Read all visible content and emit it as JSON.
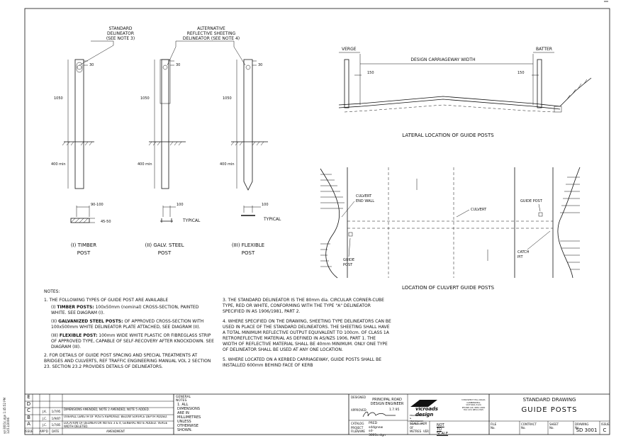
{
  "callouts": {
    "standard": [
      "STANDARD",
      "DELINEATOR",
      "(SEE NOTE 3)"
    ],
    "alternative": [
      "ALTERNATIVE",
      "REFLECTIVE SHEETING",
      "DELINEATOR (SEE NOTE 4)"
    ]
  },
  "dims": {
    "d30": "30",
    "d1050": "1050",
    "d400": "400 min",
    "d90": "90-100",
    "d45": "45-50",
    "d100": "100",
    "typical": "TYPICAL",
    "d150": "150"
  },
  "posts": [
    {
      "label": "(I) TIMBER",
      "sub": "POST"
    },
    {
      "label": "(II) GALV. STEEL",
      "sub": "POST"
    },
    {
      "label": "(III) FLEXIBLE",
      "sub": "POST"
    }
  ],
  "lateral": {
    "verge": "VERGE",
    "batter": "BATTER",
    "width": "DESIGN CARRIAGEWAY WIDTH",
    "title": "LATERAL LOCATION OF GUIDE POSTS"
  },
  "culvert": {
    "endwall": [
      "CULVERT",
      "END WALL"
    ],
    "culvert": "CULVERT",
    "guidepost": "GUIDE POST",
    "guidepost2": [
      "GUIDE",
      "POST"
    ],
    "catchpit": [
      "CATCH",
      "PIT"
    ],
    "title": "LOCATION OF CULVERT GUIDE POSTS"
  },
  "notes": {
    "heading": "NOTES:",
    "n1": "1. THE FOLLOWING TYPES OF GUIDE POST ARE AVAILABLE",
    "n1i_a": "(I) ",
    "n1i_b": "TIMBER POSTS:",
    "n1i_c": "100x50mm (nominal) CROSS-SECTION, PAINTED WHITE. SEE DIAGRAM (I).",
    "n1ii_a": "(II) ",
    "n1ii_b": "GALVANIZED STEEL POSTS:",
    "n1ii_c": "OF APPROVED CROSS-SECTION WITH 100x500mm WHITE DELINEATOR PLATE ATTACHED, SEE DIAGRAM (II).",
    "n1iii_a": "(III) ",
    "n1iii_b": "FLEXIBLE POST:",
    "n1iii_c": "100mm WIDE WHITE PLASTIC OR FIBREGLASS STRIP OF APPROVED TYPE, CAPABLE OF SELF-RECOVERY AFTER KNOCKDOWN. SEE DIAGRAM (III).",
    "n2": "2. FOR DETAILS OF GUIDE POST SPACING AND SPECIAL TREATMENTS AT BRIDGES AND CULVERTS, REF TRAFFIC ENGINEERING MANUAL VOL 2 SECTION 23. SECTION 23.2 PROVIDES DETAILS OF DELINEATORS.",
    "n3": "3. THE STANDARD DELINEATOR IS THE 80mm dia. CIRCULAR CORNER-CUBE TYPE, RED OR WHITE, CONFORMING WITH THE TYPE \"A\" DELINEATOR SPECIFIED IN AS 1906/1981, PART 2.",
    "n4": "4. WHERE SPECIFIED ON THE DRAWING, SHEETING TYPE DELINEATORS CAN BE USED IN PLACE OF THE STANDARD DELINEATORS. THE SHEETING SHALL HAVE A TOTAL MINIMUM REFLECTIVE OUTPUT EQUIVALENT TO 100cm. OF CLASS 1A RETROREFLECTIVE MATERIAL AS DEFINED IN AS/NZS 1906, PART 1. THE WIDTH OF REFLECTIVE MATERIAL SHALL BE 40mm MINIMUM. ONLY ONE TYPE OF DELINEATOR SHALL BE USED AT ANY ONE LOCATION.",
    "n5": "5. WHERE LOCATED ON A KERBED CARRIAGEWAY, GUIDE POSTS SHALL BE INSTALLED 600mm BEHIND FACE OF KERB"
  },
  "titleblock": {
    "issues": [
      {
        "issue": "E",
        "appd": "",
        "date": "",
        "amend": ""
      },
      {
        "issue": "D",
        "appd": "",
        "date": "",
        "amend": ""
      },
      {
        "issue": "C",
        "appd": "J.K.",
        "date": "1/7/95",
        "amend": "DIMENSIONS AMENDED, NOTE 2 AMENDED, NOTE 5 ADDED."
      },
      {
        "issue": "B",
        "appd": "J.C.",
        "date": "1/9/87",
        "amend": "OVERALL LENGTH OF POSTS REMOVED. BELOW SURFACE DEPTH ADDED."
      },
      {
        "issue": "A",
        "appd": "J.C.",
        "date": "1/7/85",
        "amend": "LOCATION OF DELINEATOR NOTES 3 & 4, GENERAL NOTE ADDED. VERGE WIDTH DELETED."
      }
    ],
    "hdr_issue": "ISSUE",
    "hdr_appd": "APP'D",
    "hdr_date": "DATE",
    "hdr_amend": "AMENDMENT",
    "gen_notes_title": "GENERAL NOTES",
    "gen_notes": "1. ALL DIMENSIONS ARE IN MILLIMETRES UNLESS OTHERWISE SHOWN.",
    "designed": "DESIGNED",
    "designer": [
      "PRINCIPAL ROAD",
      "DESIGN ENGINEER"
    ],
    "approved": "APPROVED",
    "approved_date": "1.7.95",
    "catalog_lbl": "CATALOG",
    "catalog": "PRED",
    "project_lbl": "PROJECT",
    "project": "sddgnew",
    "filename_lbl": "FILENAME",
    "filename": "sd-3001c.dgn",
    "logo": "vicroads design",
    "logo_sub": "ENGINEERING & TECHNOLOGY CONSULTANTS",
    "address": [
      "3 PROSPECT HILL ROAD,",
      "CAMBERWELL",
      "VICTORIA 3124",
      "PHONE (03) 9854 2000",
      "FAX (03) 9854 2345"
    ],
    "scale_lbl": "SCALE",
    "scale": "NOT TO SCALE",
    "hor": "HOR",
    "of": "OF",
    "metres": "METRES",
    "ver": "VER",
    "file_no": "FILE No.",
    "contract_no": "CONTRACT No.",
    "sheet_no": "SHEET No.",
    "std_drawing": "STANDARD DRAWING",
    "drawing_title": "GUIDE POSTS",
    "drawing_no_lbl": "DRAWING No.",
    "drawing_no": "SD 3001",
    "issue_lbl": "ISSUE",
    "issue": "C"
  },
  "sidebar": [
    "sd-3001c.dgn  1:45:52 PM",
    "12/11/2006"
  ]
}
